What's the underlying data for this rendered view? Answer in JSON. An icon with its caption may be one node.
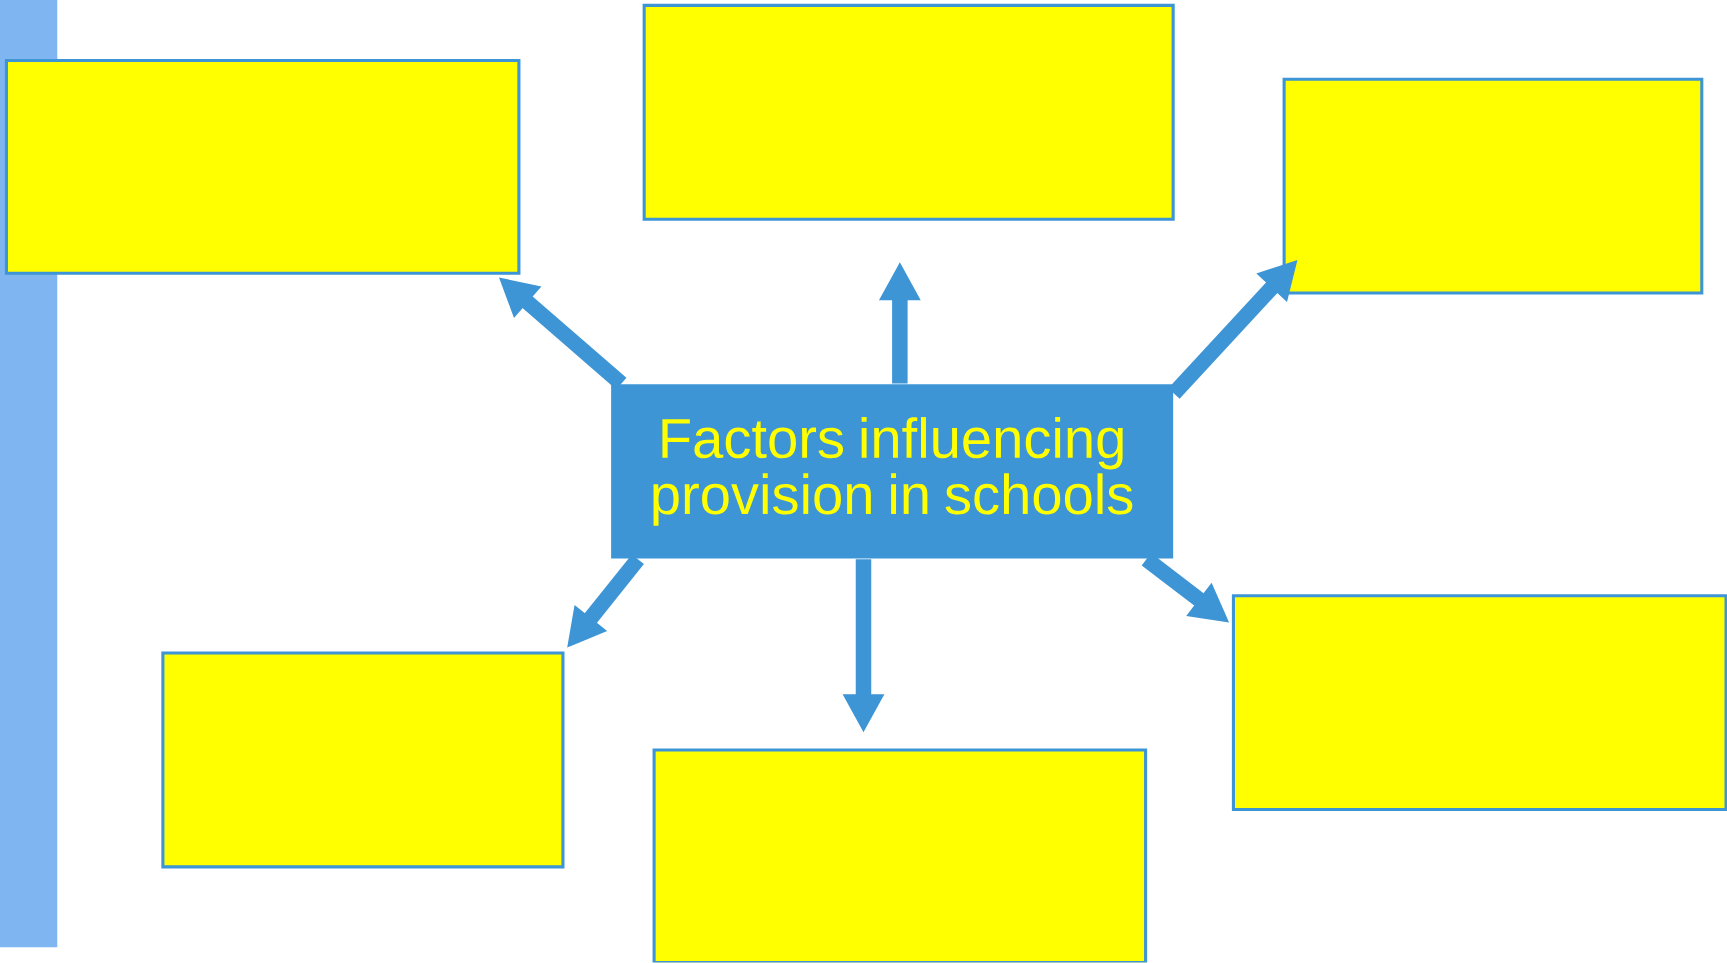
{
  "diagram": {
    "nodes": [
      {
        "text": [
          "Factors influencing provision in schools"
        ]
      },
      {
        "text": [],
        "shape": "box"
      },
      {
        "text": [],
        "shape": "box"
      },
      {
        "text": [],
        "shape": "box"
      },
      {
        "text": [],
        "shape": "box"
      },
      {
        "text": [],
        "shape": "box"
      },
      {
        "text": [],
        "shape": "box"
      }
    ],
    "edges": [
      {
        "from": 0,
        "to": 1,
        "arrow": "to"
      },
      {
        "from": 0,
        "to": 2,
        "arrow": "to"
      },
      {
        "from": 0,
        "to": 3,
        "arrow": "to"
      },
      {
        "from": 0,
        "to": 4,
        "arrow": "to"
      },
      {
        "from": 0,
        "to": 5,
        "arrow": "to"
      },
      {
        "from": 0,
        "to": 6,
        "arrow": "to"
      }
    ]
  }
}
